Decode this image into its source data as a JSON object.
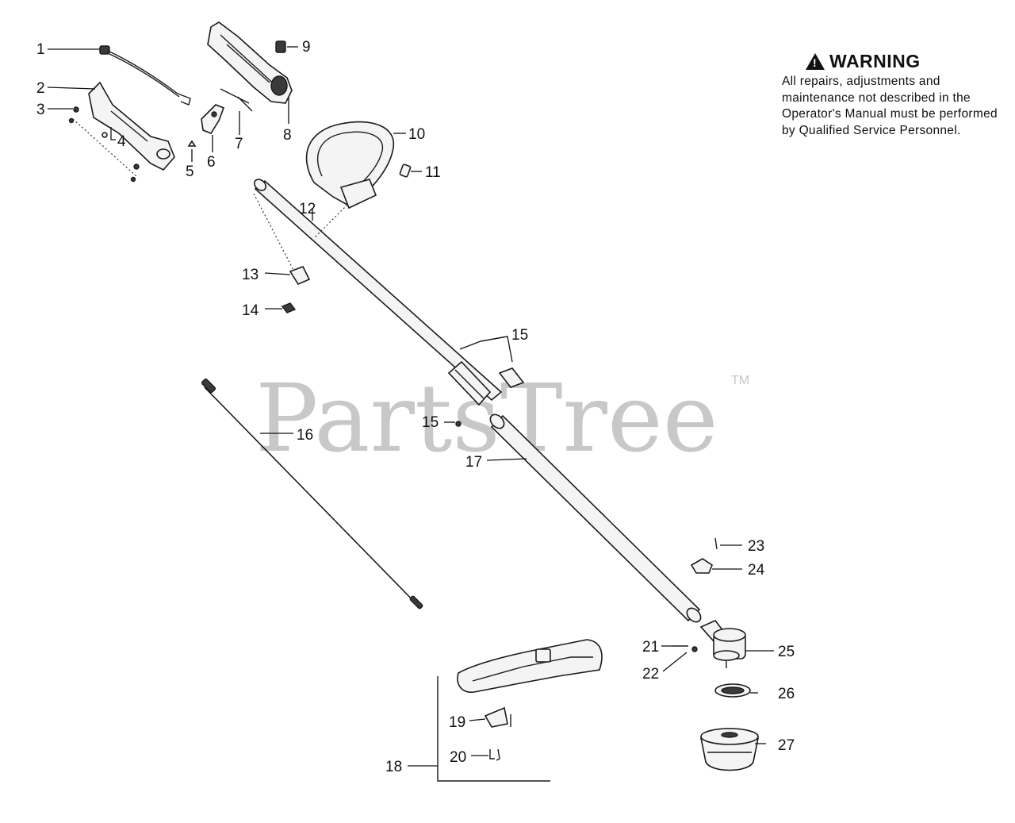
{
  "watermark": {
    "brand": "PartsTree",
    "trademark": "TM"
  },
  "warning": {
    "title": "WARNING",
    "text": "All repairs, adjustments and maintenance not described in the Operator's Manual must be performed by Qualified Service Personnel."
  },
  "callouts": {
    "c1": "1",
    "c2": "2",
    "c3": "3",
    "c4": "4",
    "c5": "5",
    "c6": "6",
    "c7": "7",
    "c8": "8",
    "c9": "9",
    "c10": "10",
    "c11": "11",
    "c12": "12",
    "c13": "13",
    "c14": "14",
    "c15a": "15",
    "c15b": "15",
    "c16": "16",
    "c17": "17",
    "c18": "18",
    "c19": "19",
    "c20": "20",
    "c21": "21",
    "c22": "22",
    "c23": "23",
    "c24": "24",
    "c25": "25",
    "c26": "26",
    "c27": "27"
  }
}
